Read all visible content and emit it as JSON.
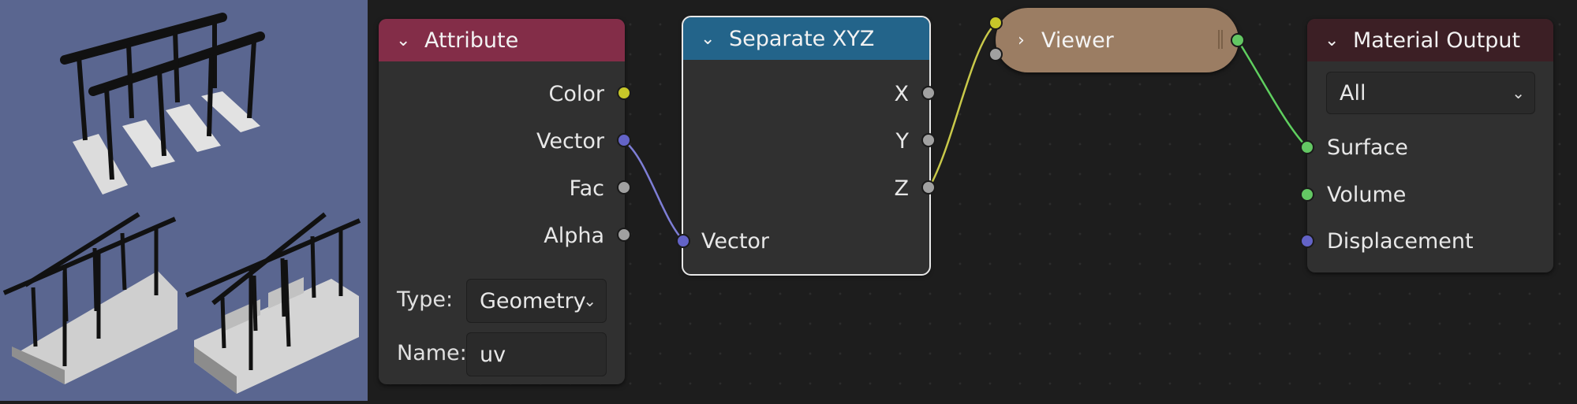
{
  "nodes": {
    "attribute": {
      "title": "Attribute",
      "outputs": [
        "Color",
        "Vector",
        "Fac",
        "Alpha"
      ],
      "type_label": "Type:",
      "type_value": "Geometry",
      "name_label": "Name:",
      "name_value": "uv"
    },
    "separate_xyz": {
      "title": "Separate XYZ",
      "outputs": [
        "X",
        "Y",
        "Z"
      ],
      "inputs": [
        "Vector"
      ]
    },
    "viewer": {
      "title": "Viewer"
    },
    "material_output": {
      "title": "Material Output",
      "target_value": "All",
      "inputs": [
        "Surface",
        "Volume",
        "Displacement"
      ]
    }
  },
  "colors": {
    "attribute_header": "#832d48",
    "separate_header": "#23648a",
    "viewer_body": "#9b7d63",
    "material_header": "#3c1f25",
    "socket_color": "#c7c729",
    "socket_vector": "#6363c7",
    "socket_float": "#a1a1a1",
    "socket_shader": "#63c763",
    "viewport_bg": "#5a6690"
  },
  "icons": {
    "collapse": "chevron-down-icon",
    "expand": "chevron-right-icon",
    "dropdown": "chevron-down-icon"
  }
}
